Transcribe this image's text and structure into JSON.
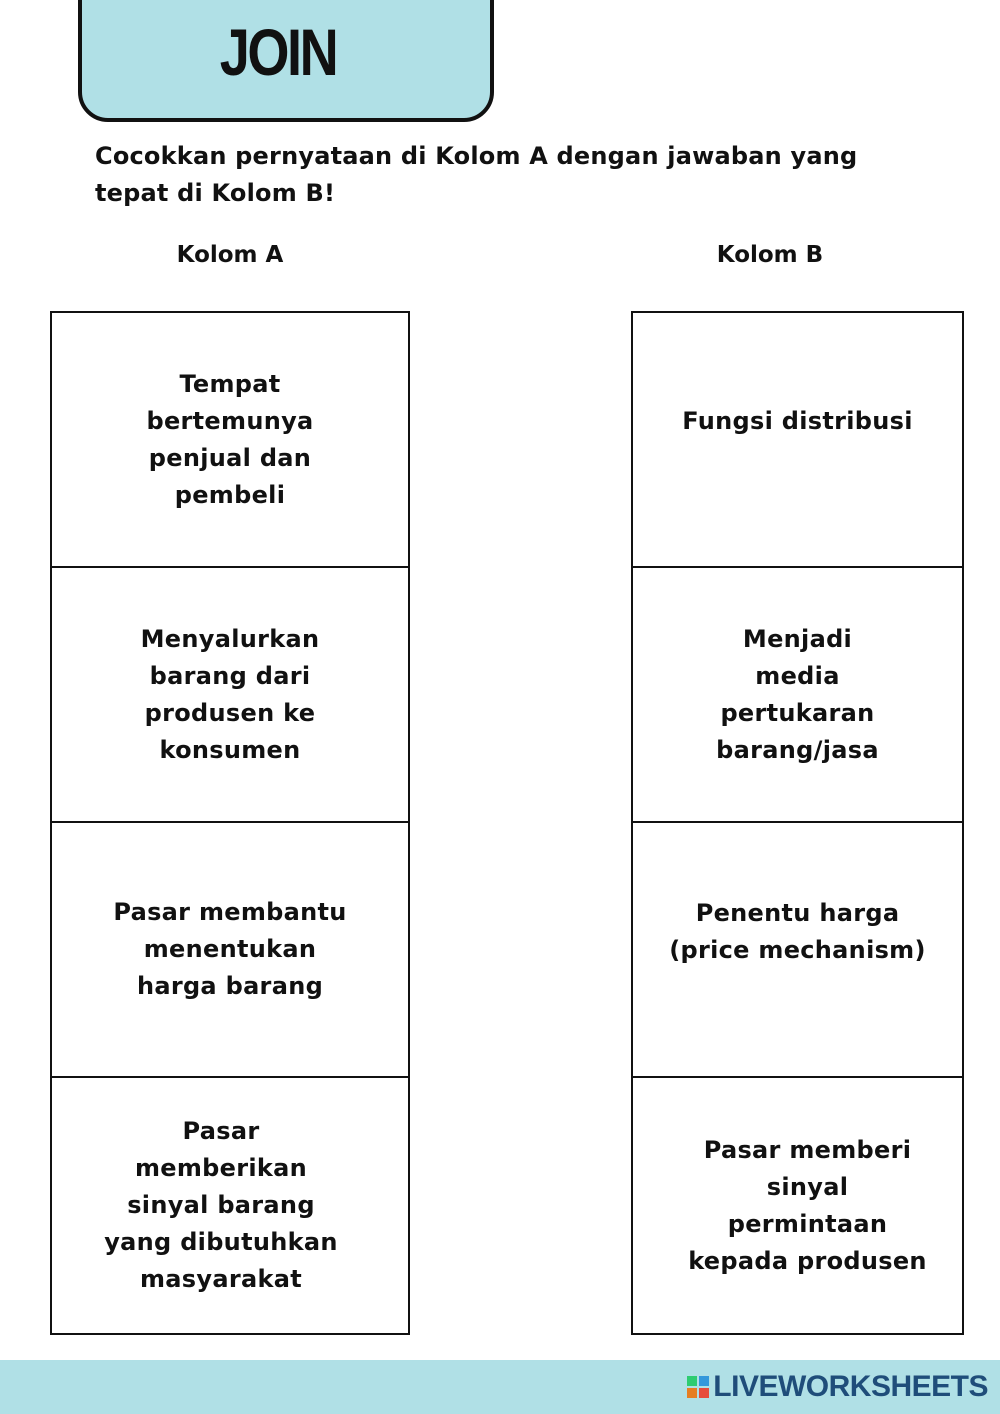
{
  "header": {
    "title": "JOIN"
  },
  "instructions": "Cocokkan pernyataan di Kolom A dengan jawaban yang tepat di Kolom B!",
  "columns": {
    "a": {
      "heading": "Kolom A",
      "items": [
        "Tempat bertemunya penjual dan pembeli",
        "Menyalurkan barang dari produsen ke konsumen",
        "Pasar membantu menentukan harga barang",
        "Pasar memberikan sinyal barang yang dibutuhkan masyarakat"
      ]
    },
    "b": {
      "heading": "Kolom B",
      "items": [
        "Fungsi distribusi",
        "Menjadi media pertukaran barang/jasa",
        "Penentu harga (price mechanism)",
        "Pasar memberi sinyal permintaan kepada produsen"
      ]
    }
  },
  "footer": {
    "brand": "LIVEWORKSHEETS",
    "brand_color": "#1f4d7a",
    "band_color": "#b0e0e6"
  }
}
